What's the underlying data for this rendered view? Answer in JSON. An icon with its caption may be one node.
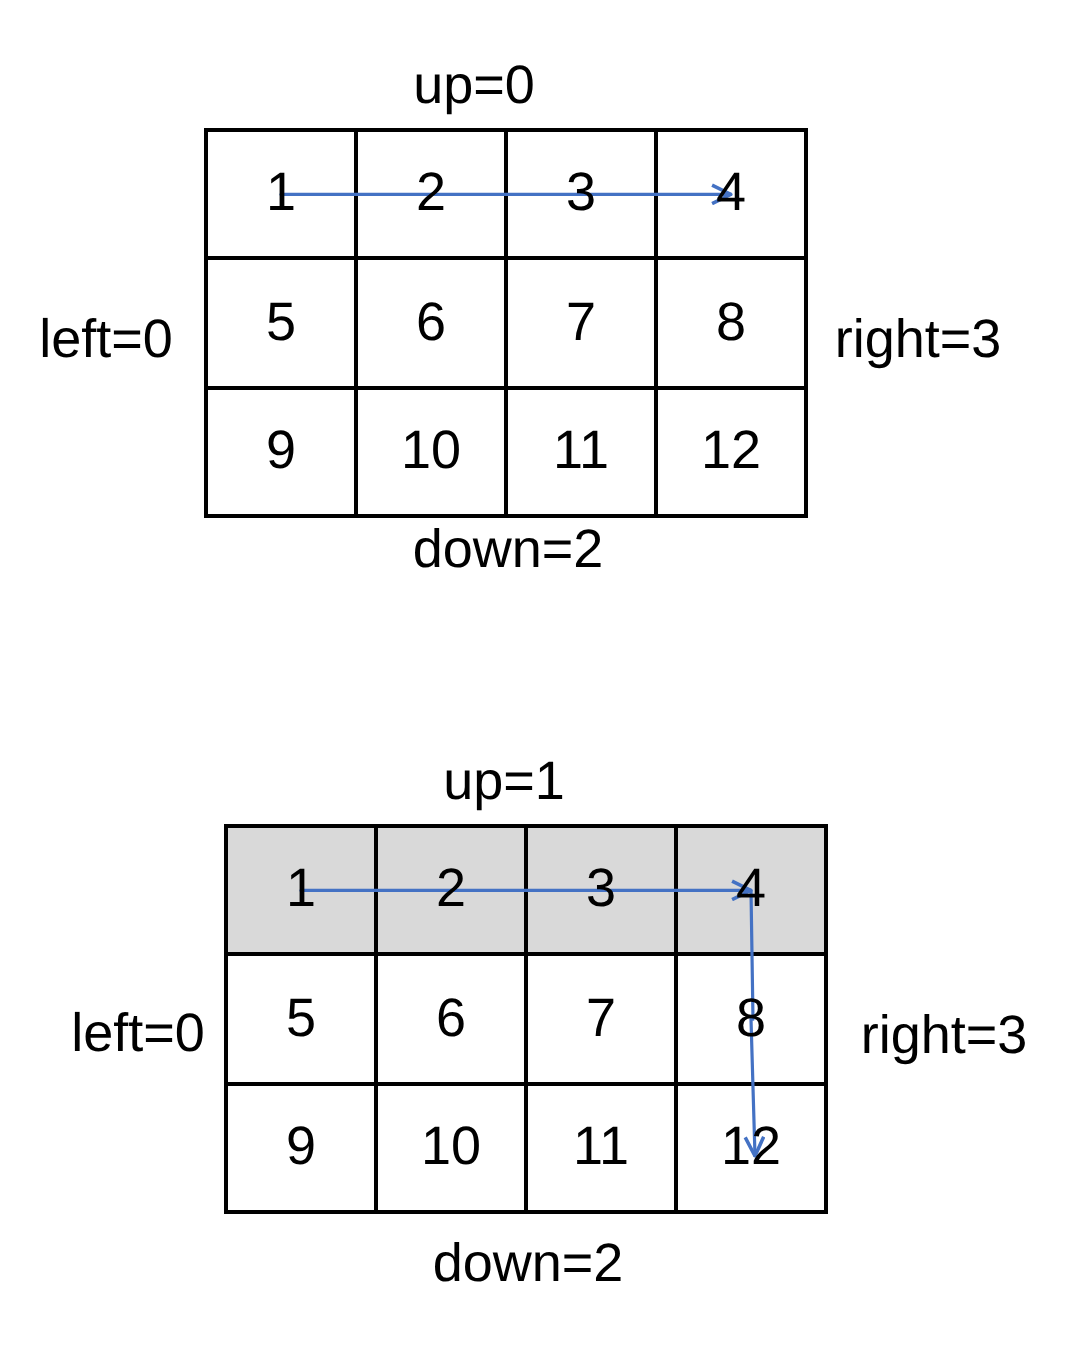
{
  "diagram": {
    "nodes": [
      {
        "text": [
          "1"
        ]
      },
      {
        "text": [
          "2"
        ]
      },
      {
        "text": [
          "3"
        ]
      },
      {
        "text": [
          "4"
        ]
      },
      {
        "text": [
          "5"
        ]
      },
      {
        "text": [
          "6"
        ]
      },
      {
        "text": [
          "7"
        ]
      },
      {
        "text": [
          "8"
        ]
      },
      {
        "text": [
          "9"
        ]
      },
      {
        "text": [
          "10"
        ]
      },
      {
        "text": [
          "11"
        ]
      },
      {
        "text": [
          "12"
        ]
      },
      {
        "text": [
          "1"
        ]
      },
      {
        "text": [
          "2"
        ]
      },
      {
        "text": [
          "3"
        ]
      },
      {
        "text": [
          "4"
        ]
      },
      {
        "text": [
          "5"
        ]
      },
      {
        "text": [
          "6"
        ]
      },
      {
        "text": [
          "7"
        ]
      },
      {
        "text": [
          "8"
        ]
      },
      {
        "text": [
          "9"
        ]
      },
      {
        "text": [
          "10"
        ]
      },
      {
        "text": [
          "11"
        ]
      },
      {
        "text": [
          "12"
        ]
      }
    ],
    "edges": [
      {
        "from": 0,
        "to": 1,
        "arrow": "none"
      },
      {
        "from": 1,
        "to": 2,
        "arrow": "none"
      },
      {
        "from": 2,
        "to": 3,
        "arrow": "to"
      },
      {
        "from": 12,
        "to": 13,
        "arrow": "none"
      },
      {
        "from": 13,
        "to": 14,
        "arrow": "none"
      },
      {
        "from": 14,
        "to": 15,
        "arrow": "to"
      },
      {
        "from": 15,
        "to": 19,
        "arrow": "none"
      },
      {
        "from": 19,
        "to": 23,
        "arrow": "to"
      }
    ],
    "labels": [
      "up=0",
      "left=0",
      "right=3",
      "down=2",
      "up=1",
      "left=0",
      "right=3",
      "down=2"
    ]
  }
}
